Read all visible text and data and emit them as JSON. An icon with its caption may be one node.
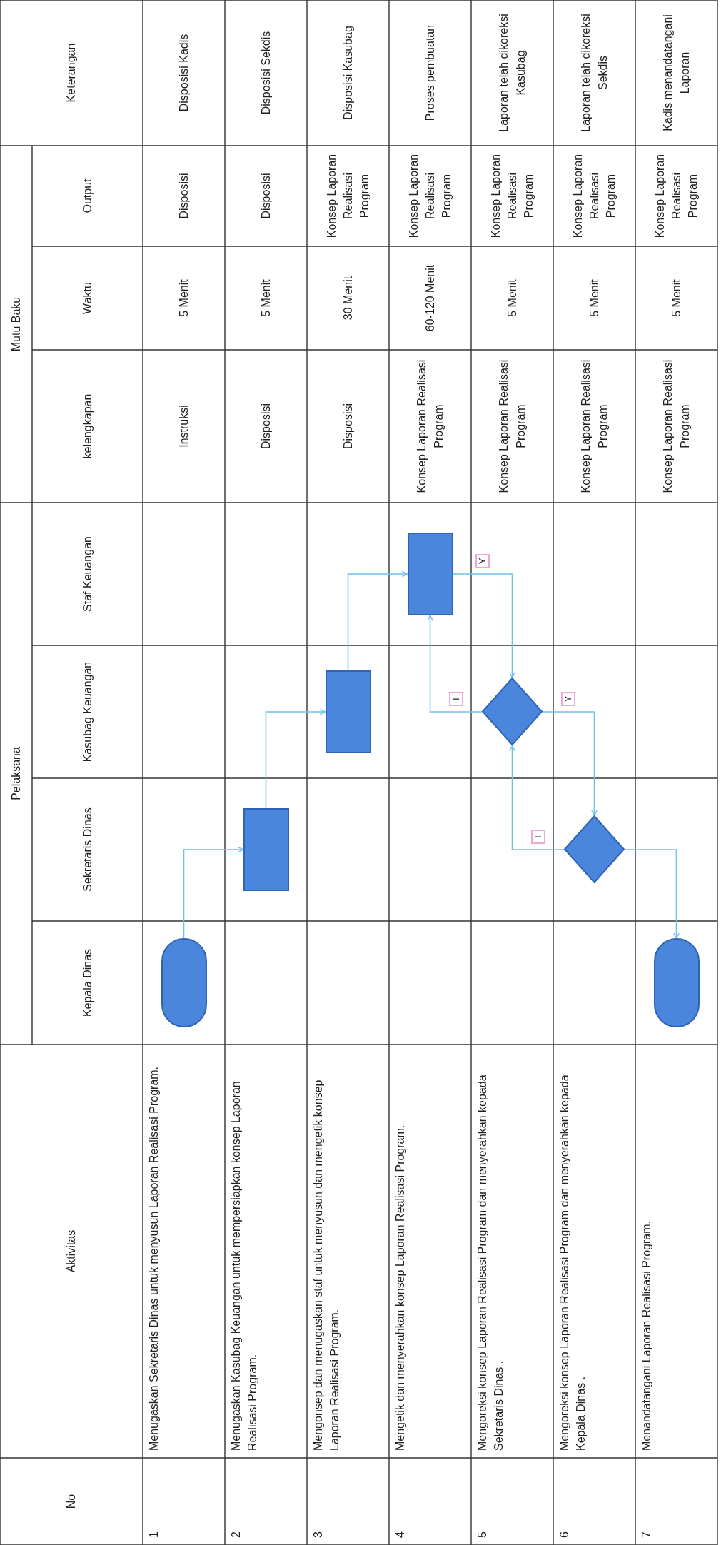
{
  "diagram": {
    "nodes": [
      {
        "text": [],
        "shape": "oval"
      },
      {
        "text": [],
        "shape": "box"
      },
      {
        "text": [],
        "shape": "box"
      },
      {
        "text": [],
        "shape": "box"
      },
      {
        "text": [],
        "shape": "diamond"
      },
      {
        "text": [],
        "shape": "diamond"
      },
      {
        "text": [],
        "shape": "oval"
      }
    ],
    "edges": [
      {
        "from": 0,
        "to": 1,
        "arrow": "to"
      },
      {
        "from": 1,
        "to": 2,
        "arrow": "to"
      },
      {
        "from": 2,
        "to": 3,
        "arrow": "to"
      },
      {
        "from": 3,
        "to": 4,
        "arrow": "to",
        "label": "Y"
      },
      {
        "from": 4,
        "to": 3,
        "arrow": "to",
        "label": "T"
      },
      {
        "from": 4,
        "to": 5,
        "arrow": "to",
        "label": "Y"
      },
      {
        "from": 5,
        "to": 4,
        "arrow": "to",
        "label": "T"
      },
      {
        "from": 5,
        "to": 6,
        "arrow": "to"
      }
    ],
    "labels": [
      "No",
      "Aktivitas",
      "Pelaksana",
      "Mutu Baku",
      "Keterangan",
      "Kepala Dinas",
      "Sekretaris Dinas",
      "Kasubag Keuangan",
      "Staf Keuangan",
      "kelengkapan",
      "Waktu",
      "Output",
      "1",
      "Menugaskan Sekretaris Dinas untuk menyusun Laporan Realisasi Program.",
      "Instruksi",
      "5 Menit",
      "Disposisi",
      "Disposisi Kadis",
      "2",
      "Menugaskan Kasubag Keuangan untuk mempersiapkan konsep Laporan Realisasi Program.",
      "Disposisi",
      "5 Menit",
      "Disposisi",
      "Disposisi Sekdis",
      "3",
      "Mengonsep dan menugaskan staf untuk menyusun dan mengetik konsep Laporan Realisasi Program.",
      "Disposisi",
      "30 Menit",
      "Konsep Laporan Realisasi Program",
      "Disposisi Kasubag",
      "4",
      "Mengetik dan menyerahkan konsep Laporan Realisasi Program.",
      "Konsep Laporan Realisasi Program",
      "60-120 Menit",
      "Konsep Laporan Realisasi Program",
      "Proses pembuatan",
      "5",
      "Mengoreksi konsep Laporan Realisasi Program dan menyerahkan kepada Sekretaris Dinas .",
      "Konsep Laporan Realisasi Program",
      "5 Menit",
      "Konsep Laporan Realisasi Program",
      "Laporan telah dikoreksi Kasubag",
      "6",
      "Mengoreksi konsep Laporan Realisasi Program dan menyerahkan kepada Kepala Dinas .",
      "Konsep Laporan Realisasi Program",
      "5 Menit",
      "Konsep Laporan Realisasi Program",
      "Laporan telah dikoreksi Sekdis",
      "7",
      "Menandatangani Laporan Realisasi Program.",
      "Konsep Laporan Realisasi Program",
      "5 Menit",
      "Konsep Laporan Realisasi Program",
      "Kadis menandatangani Laporan"
    ]
  }
}
